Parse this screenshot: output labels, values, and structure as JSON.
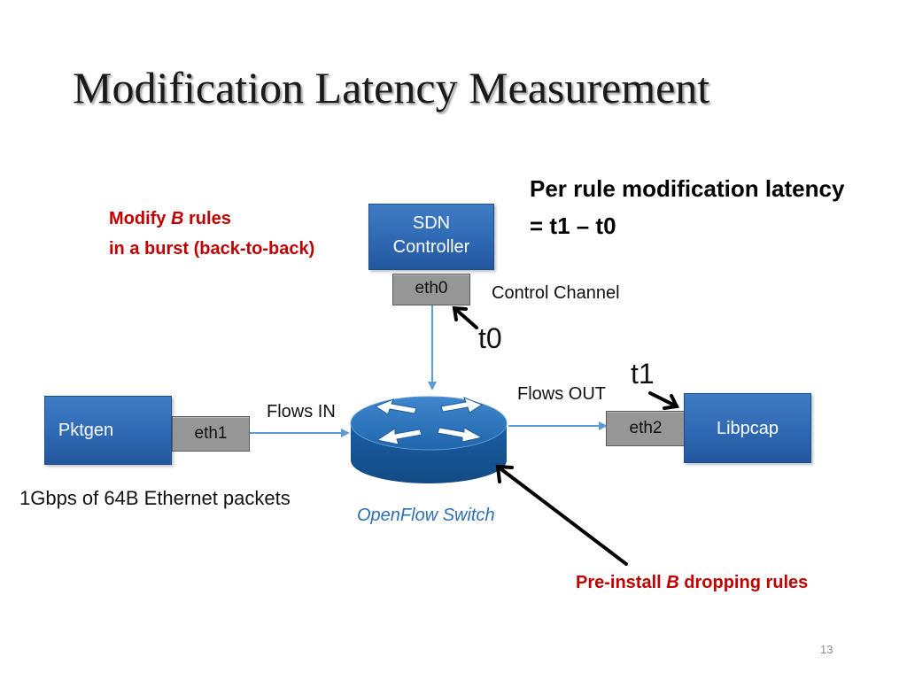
{
  "title": "Modification Latency Measurement",
  "formula": {
    "line1": "Per rule modification latency",
    "line2": "= t1 – t0"
  },
  "modify_note": {
    "prefix": "Modify ",
    "b": "B",
    "suffix": " rules",
    "line2": "in a burst (back-to-back)"
  },
  "controller": {
    "line1": "SDN",
    "line2": "Controller",
    "port": "eth0"
  },
  "control_channel": "Control Channel",
  "t0": "t0",
  "t1": "t1",
  "pktgen": {
    "label": "Pktgen",
    "port": "eth1"
  },
  "libpcap": {
    "label": "Libpcap",
    "port": "eth2"
  },
  "flows_in": "Flows IN",
  "flows_out": "Flows OUT",
  "traffic_note": "1Gbps of 64B Ethernet packets",
  "switch_label": "OpenFlow Switch",
  "preinstall_note": {
    "prefix": "Pre-install ",
    "b": "B",
    "suffix": " dropping rules"
  },
  "page_number": "13",
  "colors": {
    "box_blue": "#2f69b3",
    "switch_blue": "#1f63a8",
    "port_gray": "#969696",
    "link_blue": "#5b9bd5",
    "note_red": "#c00000",
    "switch_label_blue": "#2e6fb4"
  }
}
